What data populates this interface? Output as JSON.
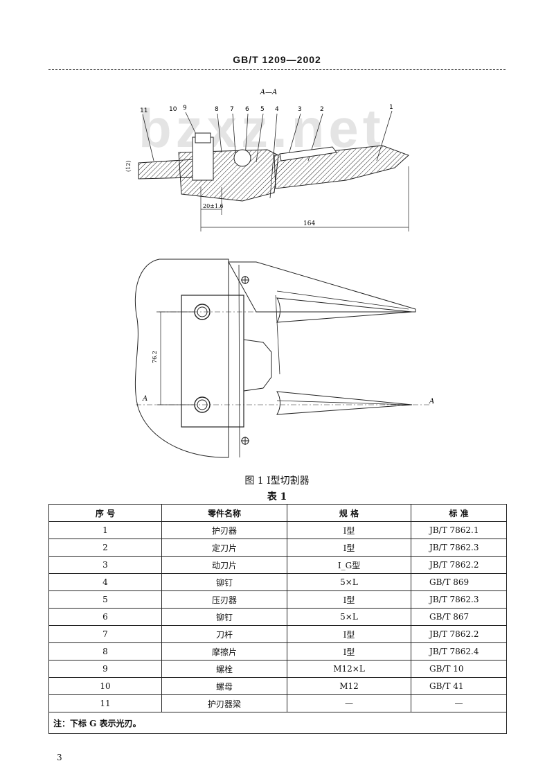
{
  "header": {
    "title": "GB/T 1209—2002"
  },
  "watermark": "bzxz.net",
  "figure": {
    "section_label": "A—A",
    "callouts": [
      "11",
      "10",
      "9",
      "8",
      "7",
      "6",
      "5",
      "4",
      "3",
      "2",
      "1"
    ],
    "dims": {
      "height": "(12)",
      "offset": "20±1.6",
      "length": "164",
      "spacing": "76.2"
    },
    "section_mark": "A",
    "caption": "图 1 Ⅰ型切割器"
  },
  "table": {
    "caption": "表 1",
    "headers": [
      "序 号",
      "零件名称",
      "规 格",
      "标 准"
    ],
    "rows": [
      [
        "1",
        "护刃器",
        "Ⅰ型",
        "JB/T 7862.1"
      ],
      [
        "2",
        "定刀片",
        "Ⅰ型",
        "JB/T 7862.3"
      ],
      [
        "3",
        "动刀片",
        "Ⅰ_G型",
        "JB/T 7862.2"
      ],
      [
        "4",
        "铆钉",
        "5×L",
        "GB/T 869"
      ],
      [
        "5",
        "压刃器",
        "Ⅰ型",
        "JB/T 7862.3"
      ],
      [
        "6",
        "铆钉",
        "5×L",
        "GB/T 867"
      ],
      [
        "7",
        "刀杆",
        "Ⅰ型",
        "JB/T 7862.2"
      ],
      [
        "8",
        "摩擦片",
        "Ⅰ型",
        "JB/T 7862.4"
      ],
      [
        "9",
        "螺栓",
        "M12×L",
        "GB/T 10"
      ],
      [
        "10",
        "螺母",
        "M12",
        "GB/T 41"
      ],
      [
        "11",
        "护刃器梁",
        "—",
        "—"
      ]
    ],
    "note": "注：下标 G 表示光刃。"
  },
  "page_number": "3"
}
